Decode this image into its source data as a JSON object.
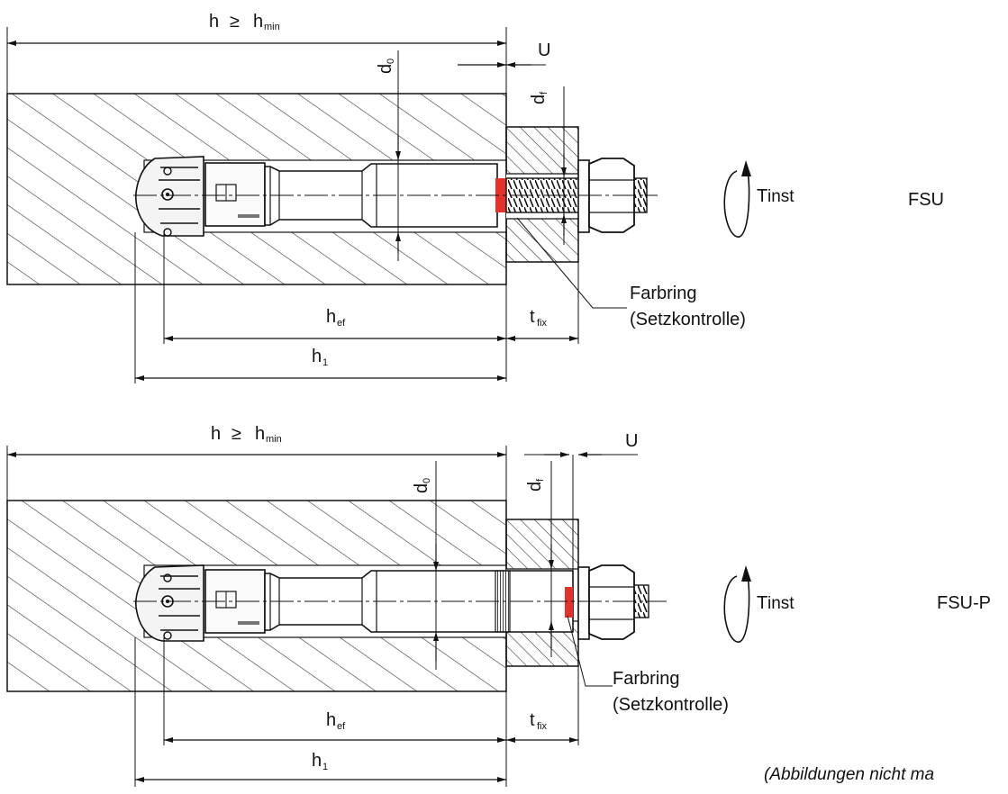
{
  "colors": {
    "line": "#111111",
    "hatch": "#333333",
    "accent_red": "#e4312b",
    "bolt": "#555555",
    "background": "#ffffff"
  },
  "figures": [
    {
      "type_label": "FSU",
      "h_label": "h",
      "h_ge": "≥",
      "h_min_main": "h",
      "h_min_sub": "min",
      "u_label": "U",
      "d0_main": "d",
      "d0_sub": "0",
      "df_main": "d",
      "df_sub": "f",
      "hef_main": "h",
      "hef_sub": "ef",
      "h1_main": "h",
      "h1_sub": "1",
      "tfix_main": "t",
      "tfix_sub": "fix",
      "torque_main": "T",
      "torque_sub": "inst",
      "farbring_line1": "Farbring",
      "farbring_line2": "(Setzkontrolle)",
      "icons": [
        "torque-arrow-icon"
      ]
    },
    {
      "type_label": "FSU-P",
      "h_label": "h",
      "h_ge": "≥",
      "h_min_main": "h",
      "h_min_sub": "min",
      "u_label": "U",
      "d0_main": "d",
      "d0_sub": "0",
      "df_main": "d",
      "df_sub": "f",
      "hef_main": "h",
      "hef_sub": "ef",
      "h1_main": "h",
      "h1_sub": "1",
      "tfix_main": "t",
      "tfix_sub": "fix",
      "torque_main": "T",
      "torque_sub": "inst",
      "farbring_line1": "Farbring",
      "farbring_line2": "(Setzkontrolle)",
      "icons": [
        "torque-arrow-icon"
      ]
    }
  ],
  "footnote": "(Abbildungen nicht ma"
}
